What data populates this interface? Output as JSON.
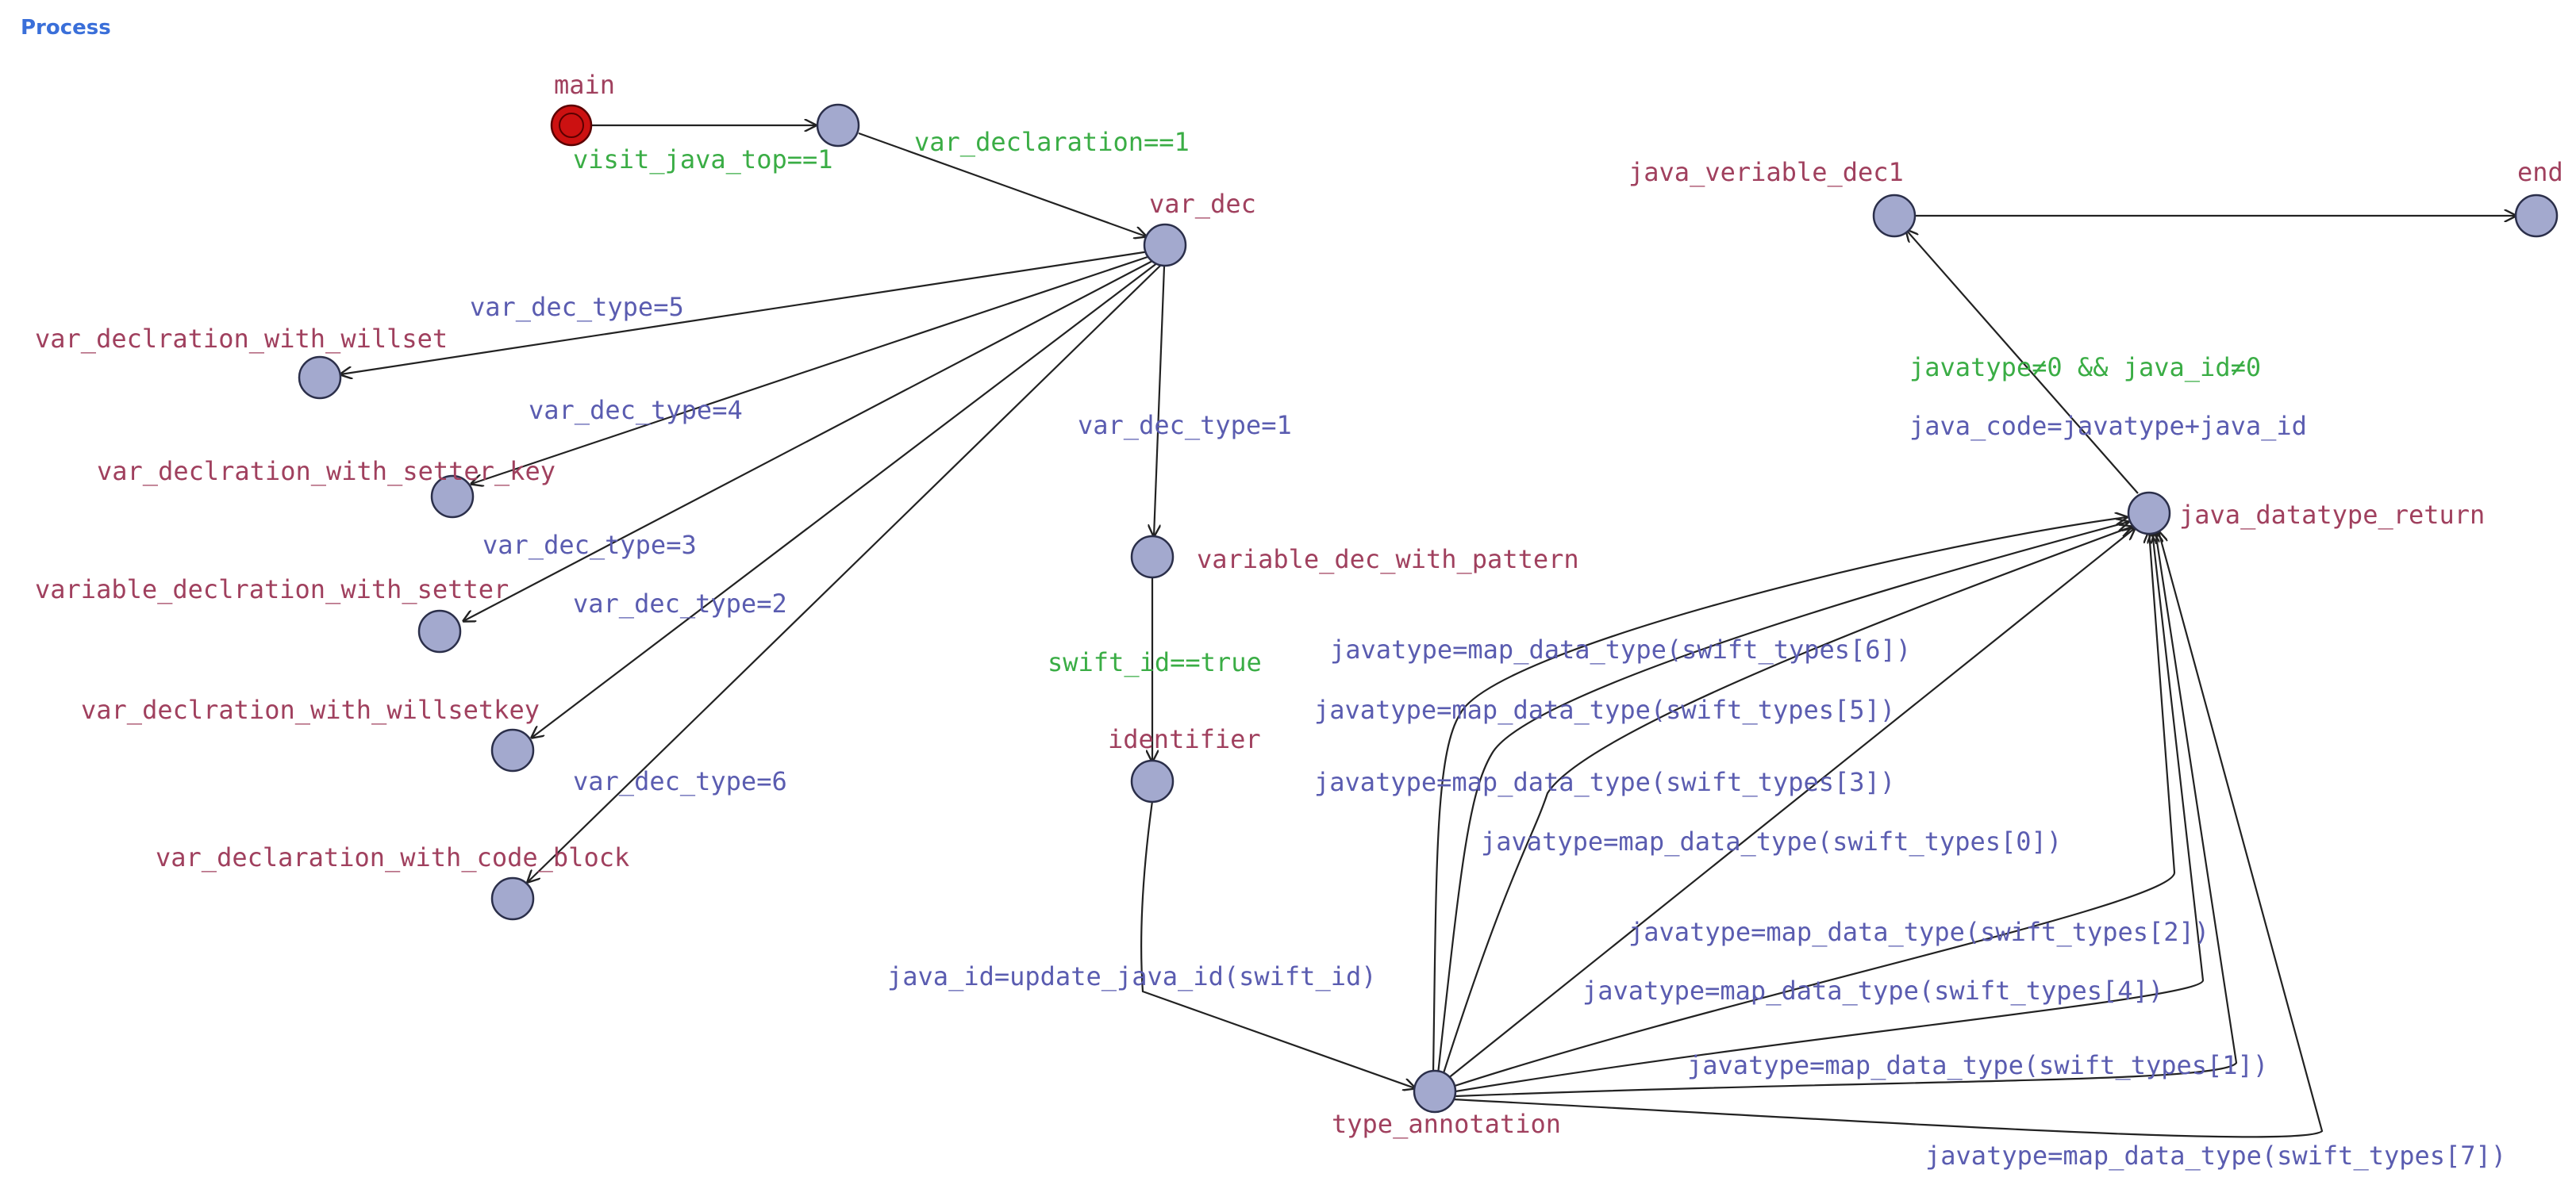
{
  "panel": {
    "title": "Process"
  },
  "locations": [
    {
      "id": "main",
      "label": "main",
      "initial": true
    },
    {
      "id": "n1",
      "label": ""
    },
    {
      "id": "var_dec",
      "label": "var_dec"
    },
    {
      "id": "willset",
      "label": "var_declration_with_willset"
    },
    {
      "id": "setter_key",
      "label": "var_declration_with_setter_key"
    },
    {
      "id": "setter",
      "label": "variable_declration_with_setter"
    },
    {
      "id": "willsetkey",
      "label": "var_declration_with_willsetkey"
    },
    {
      "id": "code_block",
      "label": "var_declaration_with_code_block"
    },
    {
      "id": "pattern",
      "label": "variable_dec_with_pattern"
    },
    {
      "id": "identifier",
      "label": "identifier"
    },
    {
      "id": "type_annotation",
      "label": "type_annotation"
    },
    {
      "id": "java_datatype_return",
      "label": "java_datatype_return"
    },
    {
      "id": "java_veriable_dec1",
      "label": "java_veriable_dec1"
    },
    {
      "id": "end",
      "label": "end"
    }
  ],
  "edges": [
    {
      "id": "main-n1",
      "guard": "visit_java_top==1",
      "update": ""
    },
    {
      "id": "n1-var_dec",
      "guard": "var_declaration==1",
      "update": ""
    },
    {
      "id": "var_dec-willset",
      "guard": "",
      "update": "var_dec_type=5"
    },
    {
      "id": "var_dec-setter_key",
      "guard": "",
      "update": "var_dec_type=4"
    },
    {
      "id": "var_dec-setter",
      "guard": "",
      "update": "var_dec_type=3"
    },
    {
      "id": "var_dec-willsetkey",
      "guard": "",
      "update": "var_dec_type=2"
    },
    {
      "id": "var_dec-code_block",
      "guard": "",
      "update": "var_dec_type=6"
    },
    {
      "id": "var_dec-pattern",
      "guard": "",
      "update": "var_dec_type=1"
    },
    {
      "id": "pattern-identifier",
      "guard": "swift_id==true",
      "update": ""
    },
    {
      "id": "identifier-type_annotation",
      "guard": "",
      "update": "java_id=update_java_id(swift_id)"
    },
    {
      "id": "ta-jdr-6",
      "guard": "",
      "update": "javatype=map_data_type(swift_types[6])"
    },
    {
      "id": "ta-jdr-5",
      "guard": "",
      "update": "javatype=map_data_type(swift_types[5])"
    },
    {
      "id": "ta-jdr-3",
      "guard": "",
      "update": "javatype=map_data_type(swift_types[3])"
    },
    {
      "id": "ta-jdr-0",
      "guard": "",
      "update": "javatype=map_data_type(swift_types[0])"
    },
    {
      "id": "ta-jdr-2",
      "guard": "",
      "update": "javatype=map_data_type(swift_types[2])"
    },
    {
      "id": "ta-jdr-4",
      "guard": "",
      "update": "javatype=map_data_type(swift_types[4])"
    },
    {
      "id": "ta-jdr-1",
      "guard": "",
      "update": "javatype=map_data_type(swift_types[1])"
    },
    {
      "id": "ta-jdr-7",
      "guard": "",
      "update": "javatype=map_data_type(swift_types[7])"
    },
    {
      "id": "jdr-jvd1",
      "guard": "javatype≠0 && java_id≠0",
      "update": "java_code=javatype+java_id"
    },
    {
      "id": "jvd1-end",
      "guard": "",
      "update": ""
    }
  ],
  "colors": {
    "location_name": "#a0405e",
    "guard": "#3aad45",
    "update": "#5a5cb0",
    "state_fill": "#a3a9ce",
    "initial_fill": "#cc1111",
    "panel_title": "#3a6fd9"
  }
}
